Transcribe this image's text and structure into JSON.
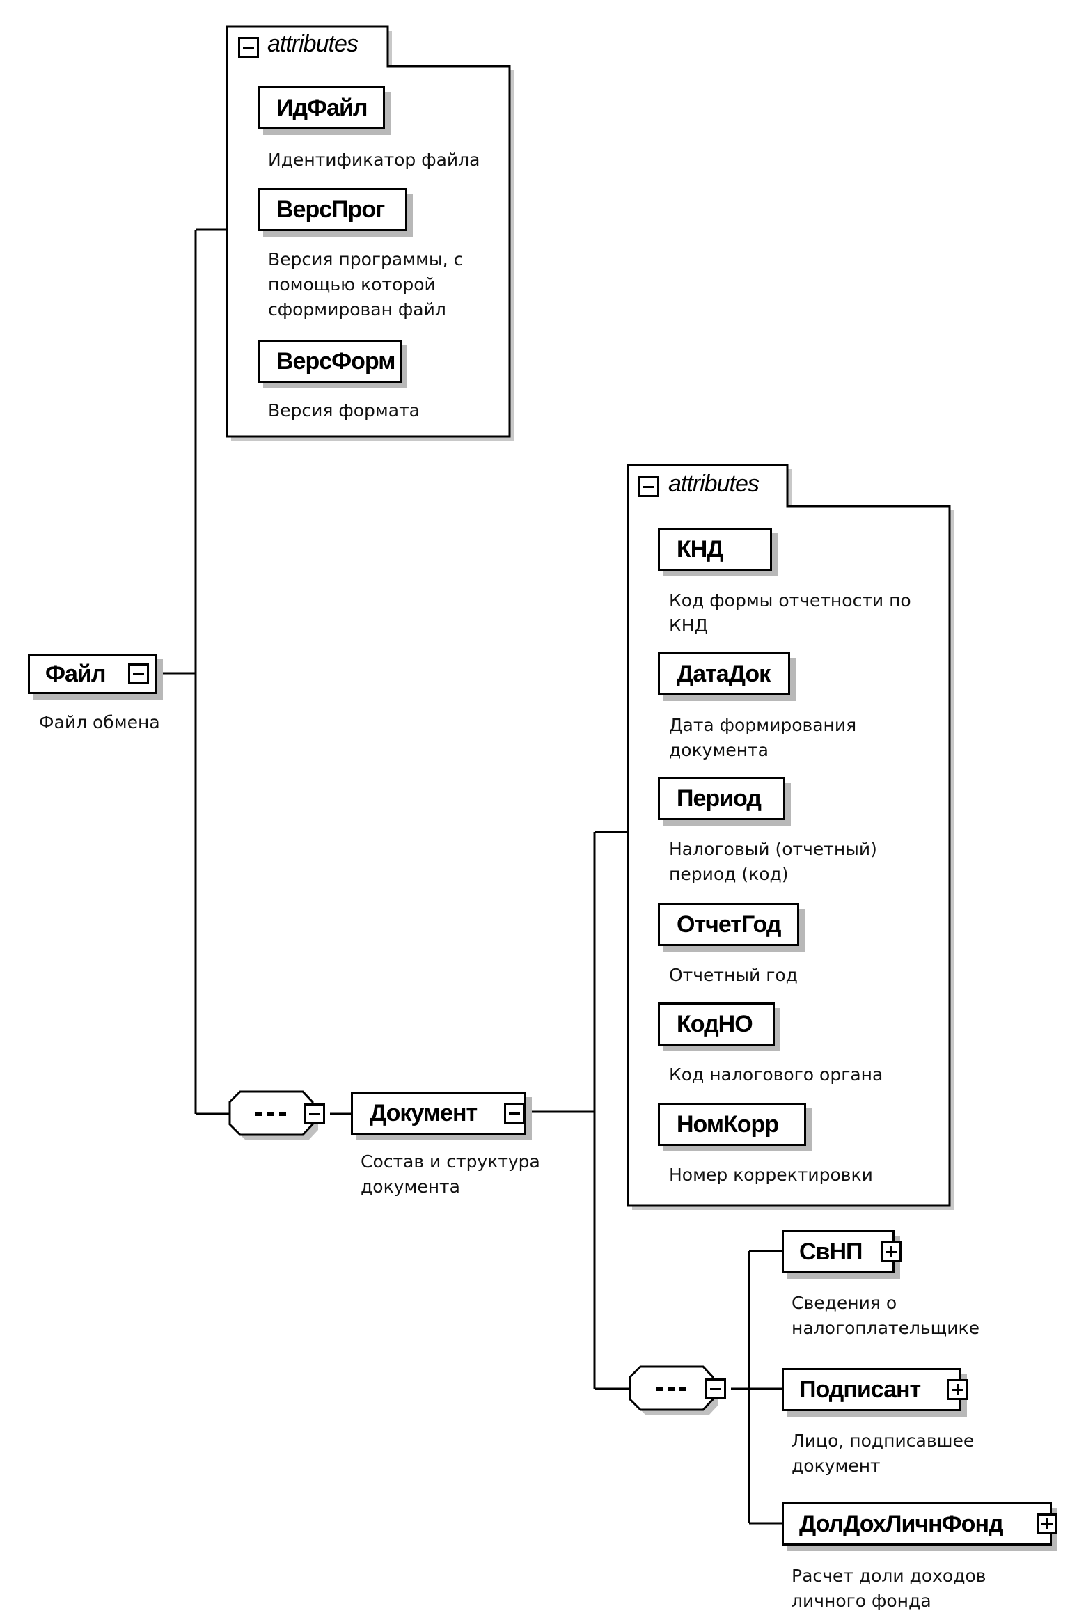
{
  "root": {
    "label": "Файл",
    "description": "Файл обмена"
  },
  "file_attributes": {
    "title": "attributes",
    "items": [
      {
        "label": "ИдФайл",
        "description": [
          "Идентификатор файла"
        ]
      },
      {
        "label": "ВерсПрог",
        "description": [
          "Версия программы, с",
          "помощью которой",
          "сформирован файл"
        ]
      },
      {
        "label": "ВерсФорм",
        "description": [
          "Версия формата"
        ]
      }
    ]
  },
  "document": {
    "label": "Документ",
    "description": [
      "Состав и структура",
      "документа"
    ]
  },
  "document_attributes": {
    "title": "attributes",
    "items": [
      {
        "label": "КНД",
        "description": [
          "Код формы отчетности по",
          "КНД"
        ]
      },
      {
        "label": "ДатаДок",
        "description": [
          "Дата формирования",
          "документа"
        ]
      },
      {
        "label": "Период",
        "description": [
          "Налоговый (отчетный)",
          "период (код)"
        ]
      },
      {
        "label": "ОтчетГод",
        "description": [
          "Отчетный год"
        ]
      },
      {
        "label": "КодНО",
        "description": [
          "Код налогового органа"
        ]
      },
      {
        "label": "НомКорр",
        "description": [
          "Номер корректировки"
        ]
      }
    ]
  },
  "children": [
    {
      "label": "СвНП",
      "description": [
        "Сведения о",
        "налогоплательщике"
      ]
    },
    {
      "label": "Подписант",
      "description": [
        "Лицо, подписавшее",
        "документ"
      ]
    },
    {
      "label": "ДолДохЛичнФонд",
      "description": [
        "Расчет доли доходов",
        "личного фонда"
      ]
    }
  ]
}
